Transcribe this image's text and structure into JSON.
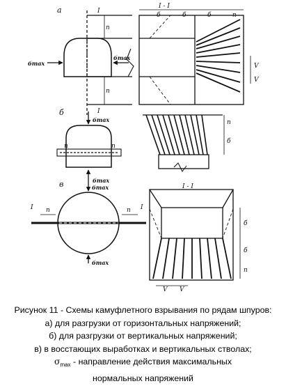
{
  "labels": {
    "panel_a": "а",
    "panel_b": "б",
    "panel_v": "в",
    "section_mark": "I",
    "section_title": "I - I",
    "n": "n",
    "b": "б",
    "v": "V",
    "sigma_max": "бmax"
  },
  "caption": {
    "line1": "Рисунок 11 - Схемы камуфлетного взрывания по рядам шпуров:",
    "line2": "а) для разгрузки от горизонтальных напряжений;",
    "line3": "б) для разгрузки от вертикальных напряжений;",
    "line4": "в) в восстающих выработках и вертикальных стволах;",
    "line5_symbol": "σ",
    "line5_sub": "max",
    "line5_text": " - направление действия максимальных",
    "line6": "нормальных напряжений"
  }
}
